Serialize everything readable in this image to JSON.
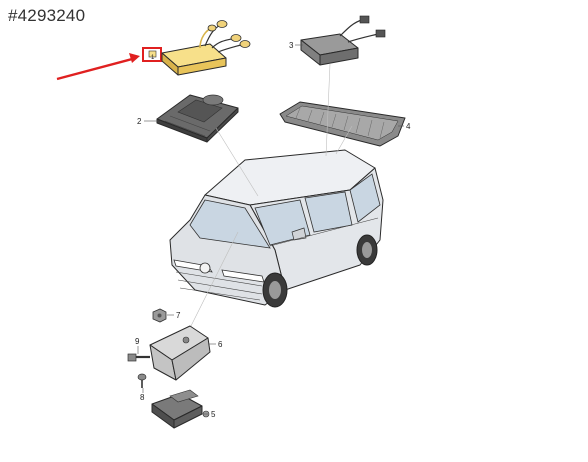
{
  "document_number": "#4293240",
  "callouts": {
    "c1": "1",
    "c2": "2",
    "c3": "3",
    "c4": "4",
    "c5": "5",
    "c6": "6",
    "c7": "7",
    "c8": "8",
    "c9": "9"
  },
  "colors": {
    "highlight_arrow": "#e02020",
    "highlighted_part": "#f2d77a",
    "dark_part": "#5a5a5a",
    "vehicle_body": "#e6e8ec"
  }
}
